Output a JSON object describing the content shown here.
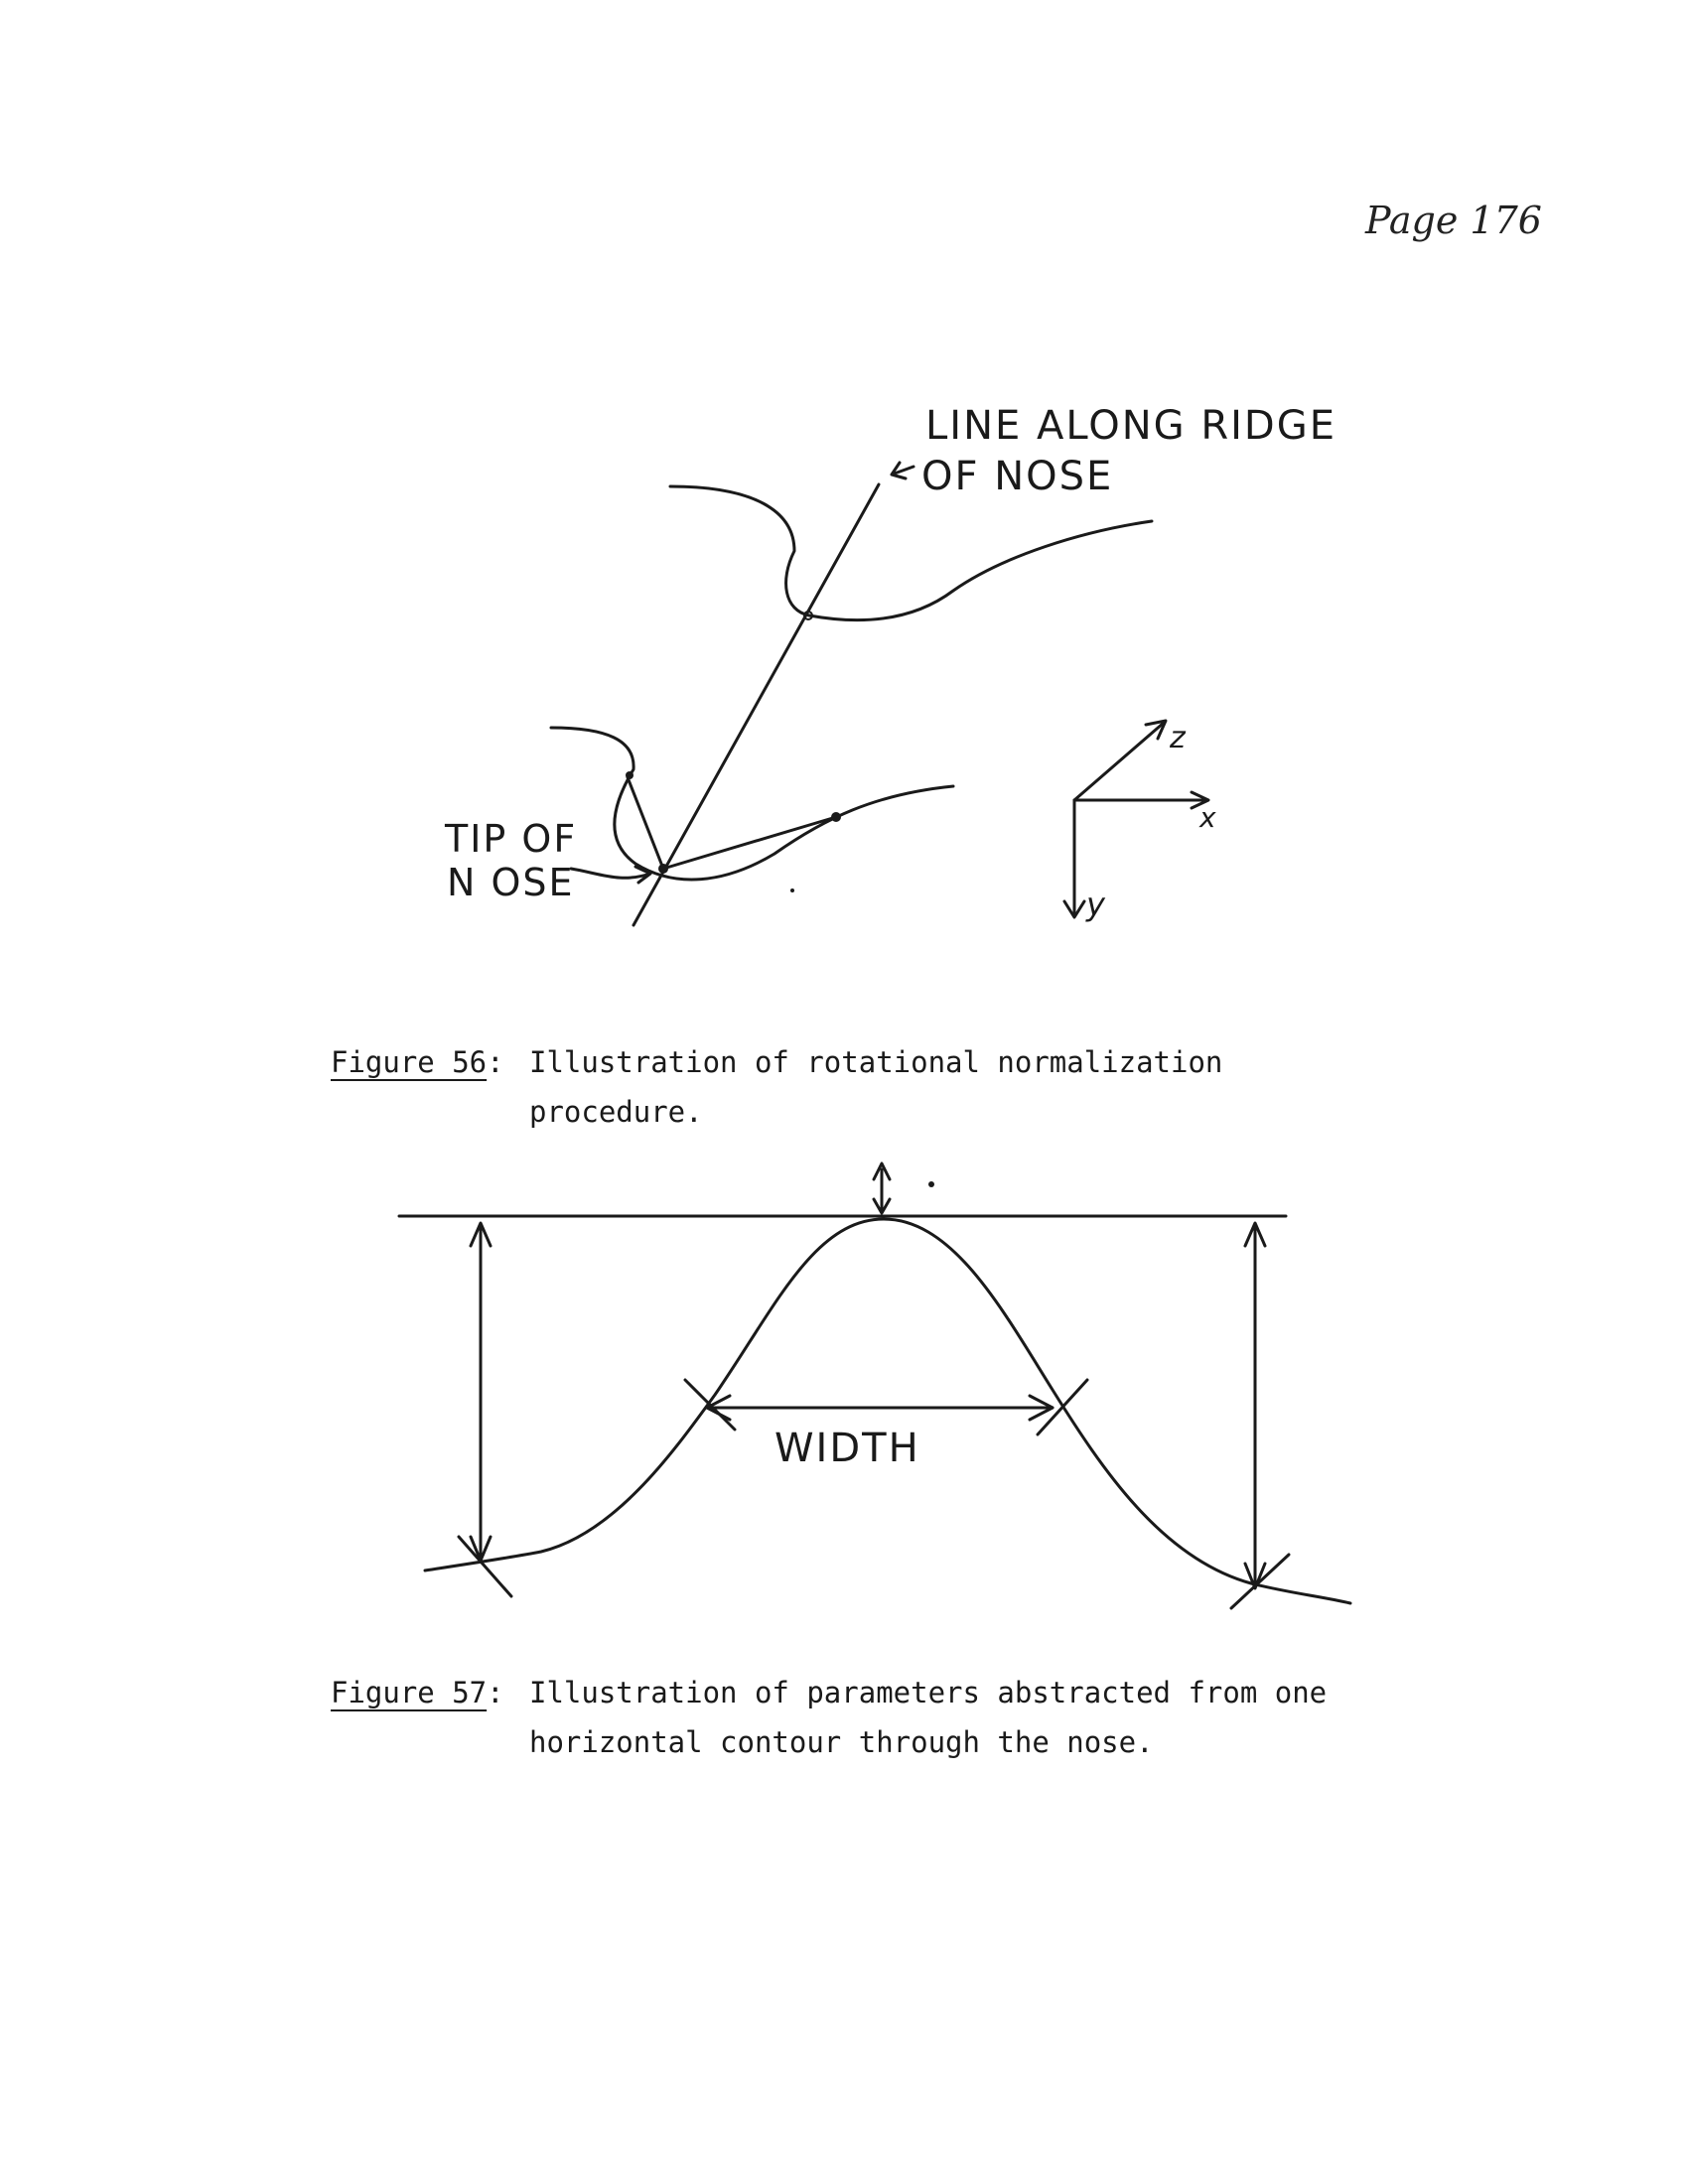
{
  "page": {
    "number": "Page 176"
  },
  "figure56": {
    "labels": {
      "ridge_line_1": "LINE ALONG RIDGE",
      "ridge_line_2": "OF NOSE",
      "tip_1": "TIP OF",
      "tip_2": "N OSE",
      "axis_z": "z",
      "axis_x": "x",
      "axis_y": "y"
    },
    "caption": {
      "label": "Figure 56",
      "suffix": ":",
      "line1": "Illustration of rotational normalization",
      "line2": "procedure."
    }
  },
  "figure57": {
    "labels": {
      "width": "WIDTH"
    },
    "caption": {
      "label": "Figure 57",
      "suffix": ":",
      "line1": "Illustration of parameters abstracted from one",
      "line2": "horizontal contour through the nose."
    }
  }
}
